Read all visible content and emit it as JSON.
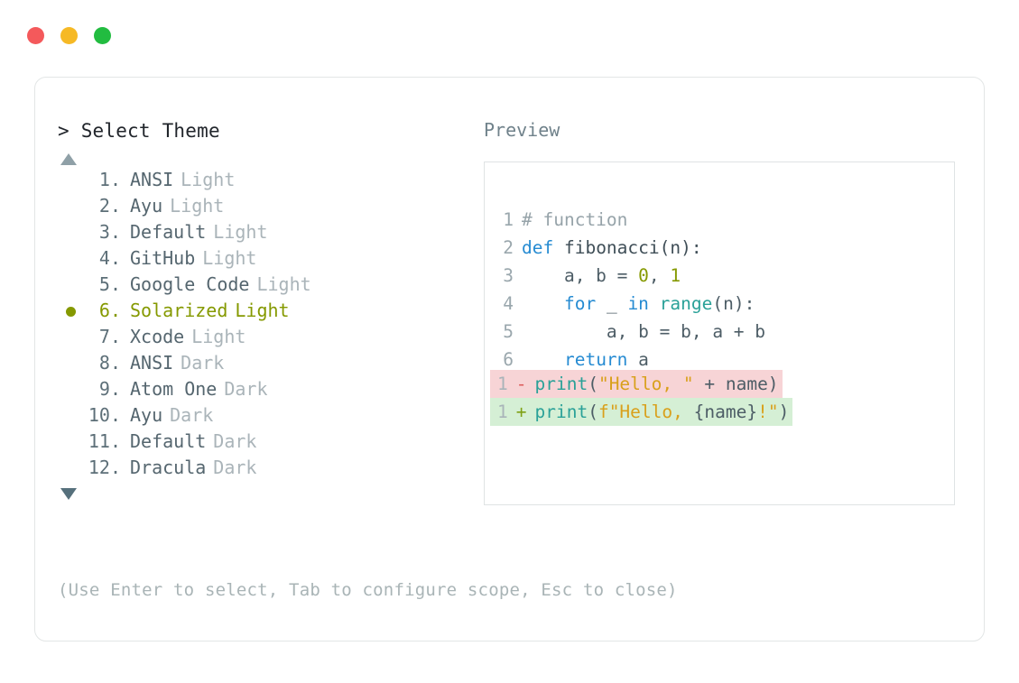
{
  "window": {
    "traffic_lights": [
      {
        "name": "close",
        "color": "#f4595b"
      },
      {
        "name": "minimize",
        "color": "#f6b925"
      },
      {
        "name": "maximize",
        "color": "#22bc40"
      }
    ]
  },
  "selector": {
    "prompt_caret": ">",
    "prompt_title": "Select Theme",
    "scroll_up_icon": "triangle-up",
    "scroll_down_icon": "triangle-down",
    "selected_index": 6,
    "selected_bullet": "●",
    "accent_color": "#859900",
    "items": [
      {
        "index": "1",
        "dot": ".",
        "name": "ANSI",
        "variant": "Light",
        "selected": false
      },
      {
        "index": "2",
        "dot": ".",
        "name": "Ayu",
        "variant": "Light",
        "selected": false
      },
      {
        "index": "3",
        "dot": ".",
        "name": "Default",
        "variant": "Light",
        "selected": false
      },
      {
        "index": "4",
        "dot": ".",
        "name": "GitHub",
        "variant": "Light",
        "selected": false
      },
      {
        "index": "5",
        "dot": ".",
        "name": "Google Code",
        "variant": "Light",
        "selected": false
      },
      {
        "index": "6",
        "dot": ".",
        "name": "Solarized",
        "variant": "Light",
        "selected": true
      },
      {
        "index": "7",
        "dot": ".",
        "name": "Xcode",
        "variant": "Light",
        "selected": false
      },
      {
        "index": "8",
        "dot": ".",
        "name": "ANSI",
        "variant": "Dark",
        "selected": false
      },
      {
        "index": "9",
        "dot": ".",
        "name": "Atom One",
        "variant": "Dark",
        "selected": false
      },
      {
        "index": "10",
        "dot": ".",
        "name": "Ayu",
        "variant": "Dark",
        "selected": false
      },
      {
        "index": "11",
        "dot": ".",
        "name": "Default",
        "variant": "Dark",
        "selected": false
      },
      {
        "index": "12",
        "dot": ".",
        "name": "Dracula",
        "variant": "Dark",
        "selected": false
      }
    ]
  },
  "hint": "(Use Enter to select, Tab to configure scope, Esc to close)",
  "preview": {
    "label": "Preview",
    "code_lines": [
      {
        "ln": "1",
        "tokens": [
          {
            "t": "# function",
            "c": "t-comment"
          }
        ]
      },
      {
        "ln": "2",
        "tokens": [
          {
            "t": "def ",
            "c": "t-kw"
          },
          {
            "t": "fibonacci(n):",
            "c": "t-fn"
          }
        ]
      },
      {
        "ln": "3",
        "tokens": [
          {
            "t": "    a, b = ",
            "c": "t-plain"
          },
          {
            "t": "0",
            "c": "t-num"
          },
          {
            "t": ", ",
            "c": "t-plain"
          },
          {
            "t": "1",
            "c": "t-num"
          }
        ]
      },
      {
        "ln": "4",
        "tokens": [
          {
            "t": "    ",
            "c": "t-plain"
          },
          {
            "t": "for",
            "c": "t-kw"
          },
          {
            "t": " _ ",
            "c": "t-plain"
          },
          {
            "t": "in",
            "c": "t-kw"
          },
          {
            "t": " ",
            "c": "t-plain"
          },
          {
            "t": "range",
            "c": "t-builtin"
          },
          {
            "t": "(n):",
            "c": "t-plain"
          }
        ]
      },
      {
        "ln": "5",
        "tokens": [
          {
            "t": "        a, b = b, a + b",
            "c": "t-plain"
          }
        ]
      },
      {
        "ln": "6",
        "tokens": [
          {
            "t": "    ",
            "c": "t-plain"
          },
          {
            "t": "return",
            "c": "t-kw"
          },
          {
            "t": " a",
            "c": "t-plain"
          }
        ]
      }
    ],
    "diff_lines": [
      {
        "kind": "removed",
        "ln": "1",
        "sign": "-",
        "tokens": [
          {
            "t": "print",
            "c": "t-call"
          },
          {
            "t": "(",
            "c": "t-plain"
          },
          {
            "t": "\"Hello, \"",
            "c": "t-str"
          },
          {
            "t": " + name)",
            "c": "t-plain"
          }
        ]
      },
      {
        "kind": "added",
        "ln": "1",
        "sign": "+",
        "tokens": [
          {
            "t": "print",
            "c": "t-call"
          },
          {
            "t": "(",
            "c": "t-plain"
          },
          {
            "t": "f\"Hello, ",
            "c": "t-str"
          },
          {
            "t": "{name}",
            "c": "t-plain"
          },
          {
            "t": "!\"",
            "c": "t-str"
          },
          {
            "t": ")",
            "c": "t-plain"
          }
        ]
      }
    ]
  }
}
